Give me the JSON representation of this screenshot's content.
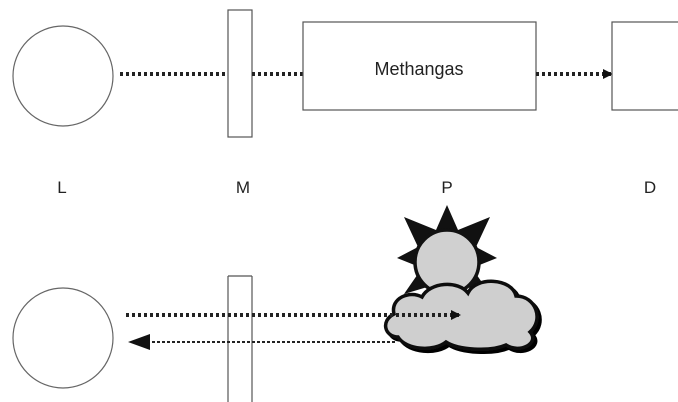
{
  "top_row": {
    "box_label": "Methangas"
  },
  "column_labels": {
    "l": "L",
    "m": "M",
    "p": "P",
    "d": "D"
  },
  "icons": {
    "weather": "sun-behind-cloud-icon"
  },
  "colors": {
    "line": "#333333",
    "sun_fill": "#d0d0d0",
    "cloud_fill": "#cfcfcf",
    "ray_fill": "#111111"
  }
}
